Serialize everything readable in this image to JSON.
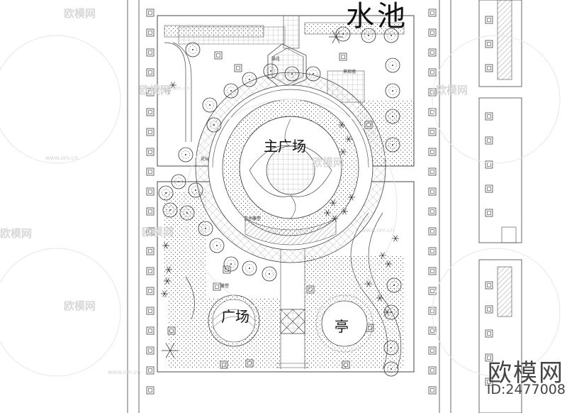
{
  "labels": {
    "main_plaza": "主广场",
    "plaza": "广场",
    "pavilion": "亭",
    "pool": "水池"
  },
  "small_labels": [
    "操花",
    "景观墙",
    "花坛",
    "艺术雕塑",
    "雕塑"
  ],
  "watermark": {
    "brand": "欧模网",
    "id": "ID:2477008",
    "ghost_brand": "欧模网",
    "ghost_url": "www.om.cn"
  },
  "colors": {
    "line": "#333333",
    "fill_light": "#f7f7f7",
    "watermark": "#d9d9d9"
  }
}
